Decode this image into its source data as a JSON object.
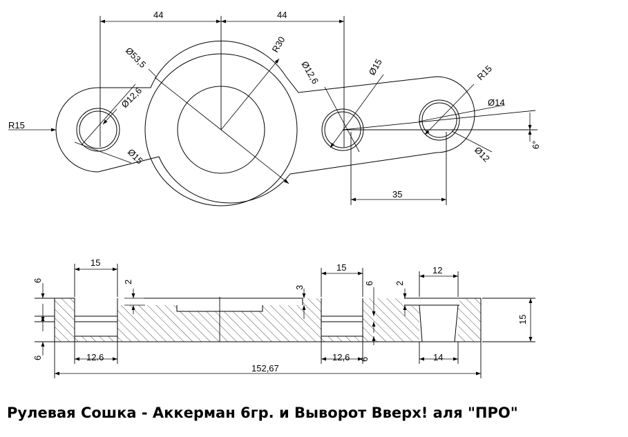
{
  "caption": "Рулевая Сошка - Аккерман 6гр. и Выворот Вверх! аля \"ПРО\"",
  "top_view": {
    "dim_44_left": "44",
    "dim_44_right": "44",
    "r30": "R30",
    "d53_5": "Ø53,5",
    "d12_6_left": "Ø12,6",
    "d15_left": "Ø15",
    "r15_left": "R15",
    "d12_6_mid": "Ø12,6",
    "d15_mid": "Ø15",
    "r15_right": "R15",
    "d14": "Ø14",
    "d12": "Ø12",
    "angle_6": "6°",
    "dim_35": "35"
  },
  "section_view": {
    "d15_left": "15",
    "d2_left": "2",
    "d6_top_left": "6",
    "d6_bottom_left": "6",
    "d12_6_left": "12.6",
    "d3": "3",
    "d15_mid": "15",
    "d6_mid_top": "6",
    "d2_mid": "2",
    "d12_right": "12",
    "d15_height": "15",
    "d12_6_mid": "12,6",
    "d6_mid_bottom": "6",
    "d14": "14",
    "total_length": "152,67"
  }
}
